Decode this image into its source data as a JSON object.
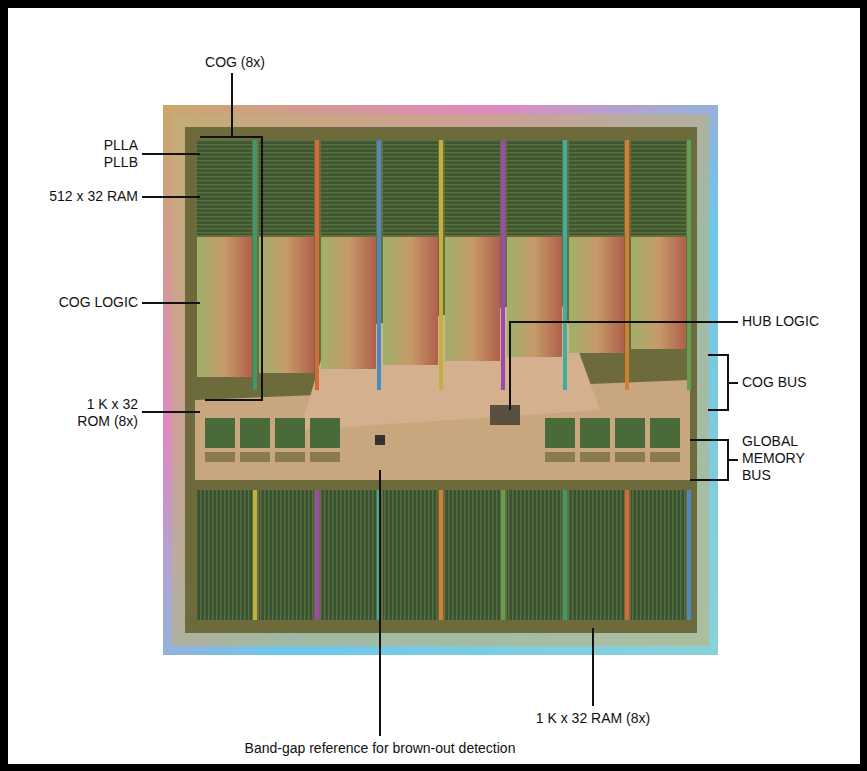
{
  "diagram": {
    "labels": [
      "COG (8x)",
      "PLLA PLLB",
      "512 x 32 RAM",
      "COG LOGIC",
      "1 K x 32 ROM (8x)",
      "HUB LOGIC",
      "COG BUS",
      "GLOBAL MEMORY BUS",
      "1 K x 32 RAM (8x)",
      "Band-gap reference for brown-out detection"
    ]
  }
}
